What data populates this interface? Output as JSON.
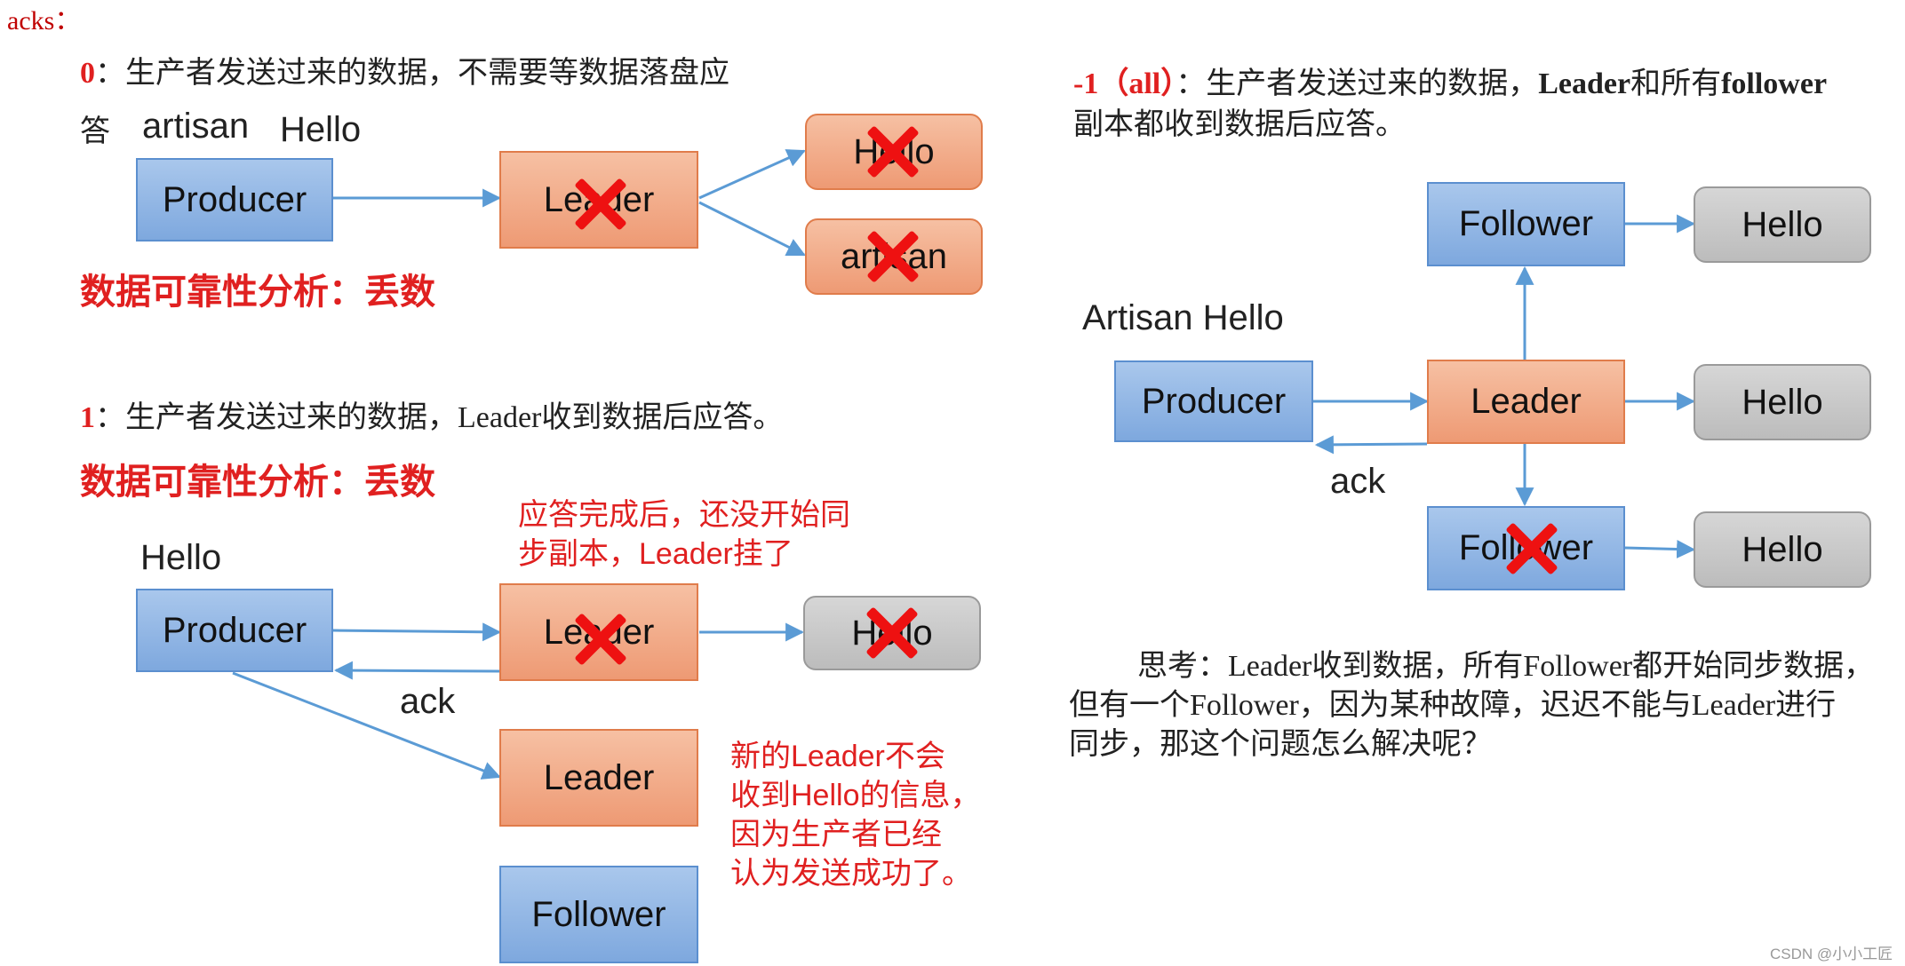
{
  "heading": "acks：",
  "section0": {
    "num": "0",
    "desc": "：生产者发送过来的数据，不需要等数据落盘应",
    "desc2": "答",
    "msg1": "artisan",
    "msg2": "Hello",
    "producer": "Producer",
    "leader": "Leader",
    "follower_top": "Hello",
    "follower_bottom": "artisan",
    "analysis": "数据可靠性分析：丢数"
  },
  "section1": {
    "num": "1",
    "desc": "：生产者发送过来的数据，Leader收到数据后应答。",
    "analysis": "数据可靠性分析：丢数",
    "msg": "Hello",
    "producer": "Producer",
    "leader_old": "Leader",
    "follower_hello": "Hello",
    "leader_new": "Leader",
    "follower": "Follower",
    "ack": "ack",
    "note1_line1": "应答完成后，还没开始同",
    "note1_line2": "步副本，Leader挂了",
    "note2_line1": "新的Leader不会",
    "note2_line2": "收到Hello的信息，",
    "note2_line3": "因为生产者已经",
    "note2_line4": "认为发送成功了。"
  },
  "section_all": {
    "num": "-1（all）",
    "desc": "：生产者发送过来的数据，",
    "desc_bold1": "Leader",
    "desc_mid": "和所有",
    "desc_bold2": "follower",
    "desc2": "副本都收到数据后应答。",
    "msg": "Artisan Hello",
    "producer": "Producer",
    "leader": "Leader",
    "follower_top": "Follower",
    "follower_bottom": "Follower",
    "hello_top": "Hello",
    "hello_mid": "Hello",
    "hello_bottom": "Hello",
    "ack": "ack"
  },
  "thinking": {
    "line1": "思考：Leader收到数据，所有Follower都开始同步数据，",
    "line2": "但有一个Follower，因为某种故障，迟迟不能与Leader进行",
    "line3": "同步，那这个问题怎么解决呢？"
  },
  "watermark": "CSDN @小小工匠",
  "colors": {
    "accent_red": "#e02020",
    "arrow": "#5b9bd5",
    "producer_blue": "#8fb4e3",
    "leader_orange": "#f1a882",
    "hello_gray": "#c8c8c8"
  }
}
